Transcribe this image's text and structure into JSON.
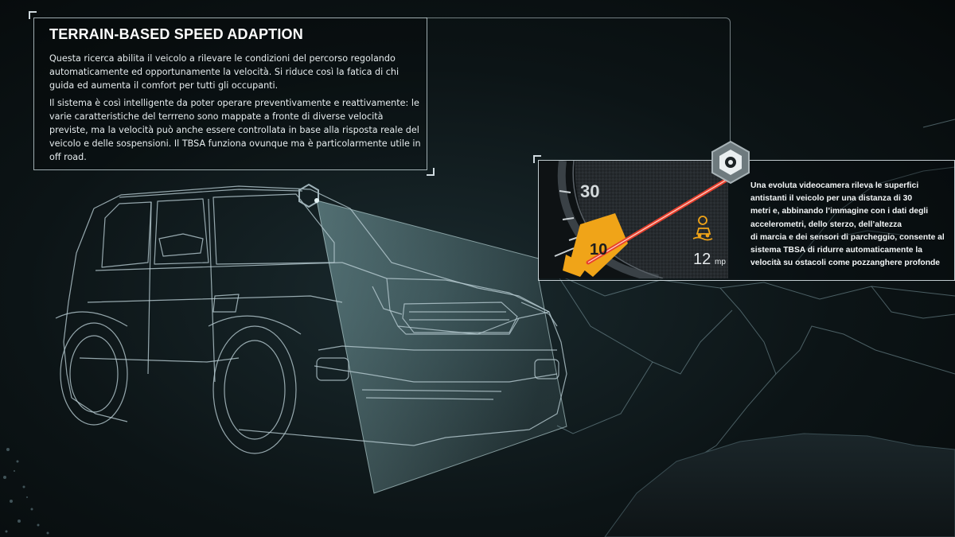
{
  "panel": {
    "title": "TERRAIN-BASED SPEED ADAPTION",
    "paragraph_1": "Questa ricerca abilita il veicolo a rilevare le condizioni del percorso regolando automaticamente ed opportunamente la velocità. Si riduce così la fatica di chi guida ed aumenta il comfort per tutti gli occupanti.",
    "paragraph_2": "Il sistema è così intelligente da poter operare preventivamente e reattivamente: le varie caratteristiche del terrreno sono mappate a fronte di diverse velocità previste, ma la velocità può anche essere controllata in base alla risposta reale del veicolo e delle sospensioni. Il TBSA funziona ovunque ma è particolarmente utile in off road."
  },
  "camera": {
    "description": "Una evoluta videocamera rileva le superfici\nantistanti il veicolo per una distanza di 30\nmetri e, abbinando l’immagine con i dati degli\n accelerometri, dello sterzo, dell’altezza\ndi marcia e dei sensori di parcheggio, consente al\nsistema TBSA di ridurre automaticamente la\nvelocità su ostacoli come pozzanghere profonde"
  },
  "gauge": {
    "mark_high": "30",
    "mark_low": "10",
    "speed_readout": "12",
    "speed_unit": "mp"
  },
  "colors": {
    "accent_amber": "#f0a418",
    "needle_red": "#e8402e",
    "wireframe": "#b8ccd2",
    "terrain": "#7f9ca4"
  },
  "icons": {
    "sensor": "hexagon-sensor-icon",
    "warning": "car-terrain-warning-icon"
  }
}
